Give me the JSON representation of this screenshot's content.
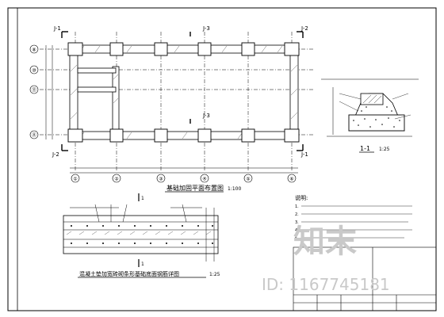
{
  "plan": {
    "title": "基础加固平面布置图",
    "scale": "1:100",
    "axes_h": [
      "①",
      "②",
      "③",
      "④",
      "⑤",
      "⑥"
    ],
    "axes_v": [
      "⑧",
      "⑩",
      "⑪",
      "Ⓐ"
    ],
    "sections": [
      "J-1",
      "J-2",
      "J-3",
      "J-3",
      "J-2",
      "J-1"
    ]
  },
  "detail": {
    "label": "1-1",
    "scale": "1:25"
  },
  "strip": {
    "title": "混凝土垫加宽砖砌条形基础底面钢筋详图",
    "scale": "1:25",
    "marks": [
      "1",
      "1"
    ]
  },
  "notes": {
    "heading": "说明:",
    "lines": [
      "1.",
      "2.",
      "3.",
      "4.",
      "5."
    ]
  },
  "watermark": {
    "logo": "知末",
    "id": "ID: 1167745181"
  }
}
